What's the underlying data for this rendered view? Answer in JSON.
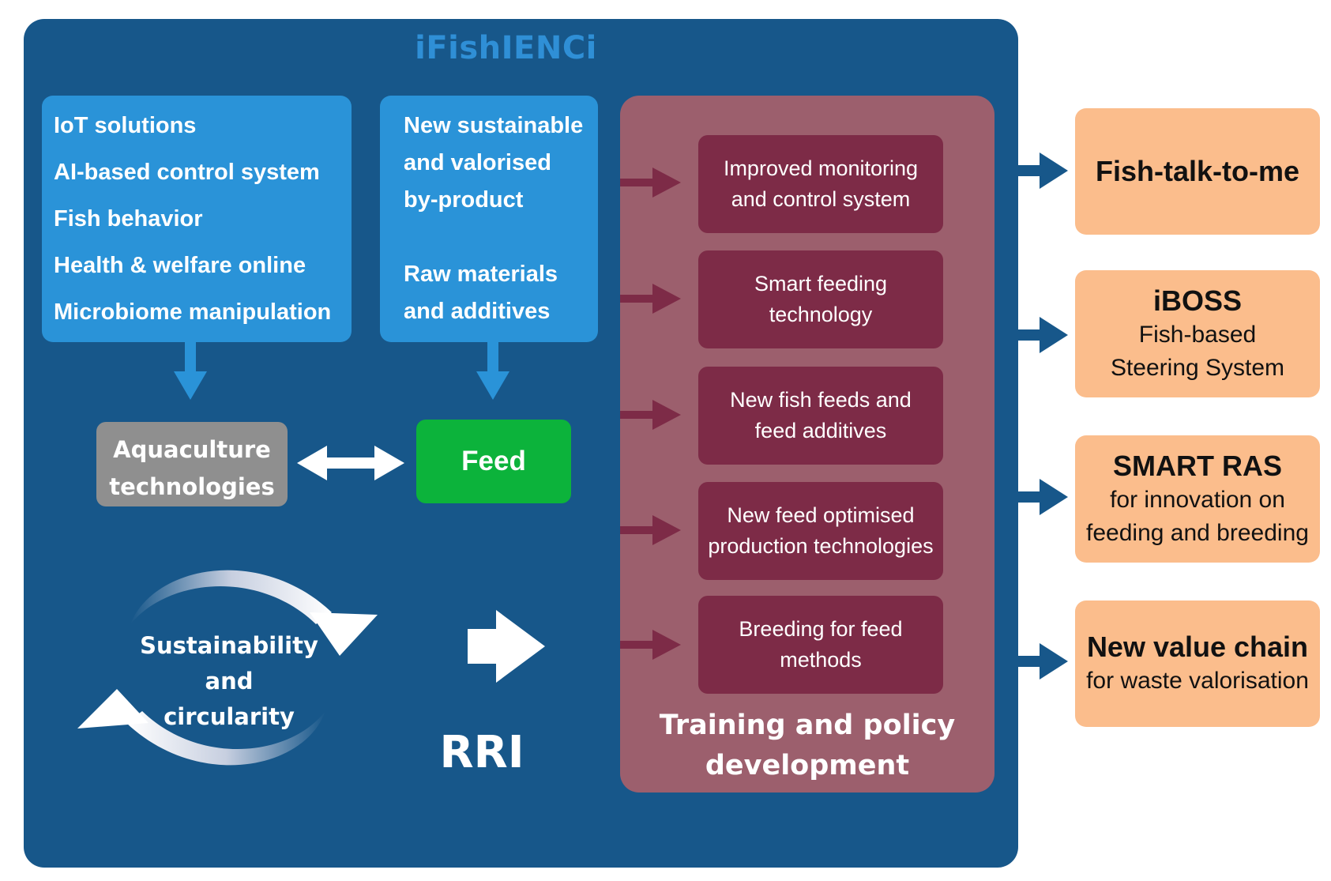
{
  "title": "iFishIENCi",
  "left_box": {
    "items": [
      "IoT solutions",
      "AI-based control system",
      "Fish behavior",
      "Health & welfare online",
      "Microbiome manipulation"
    ]
  },
  "mid_box": {
    "group1": [
      "New sustainable",
      "and valorised",
      "by-product"
    ],
    "group2": [
      "Raw materials",
      "and additives"
    ]
  },
  "aquaculture": {
    "line1": "Aquaculture",
    "line2": "technologies"
  },
  "feed": "Feed",
  "cycle": {
    "line1": "Sustainability",
    "line2": "and",
    "line3": "circularity"
  },
  "rri": "RRI",
  "training": {
    "items": [
      {
        "line1": "Improved monitoring",
        "line2": "and control system"
      },
      {
        "line1": "Smart feeding",
        "line2": "technology"
      },
      {
        "line1": "New fish feeds and",
        "line2": "feed additives"
      },
      {
        "line1": "New feed optimised",
        "line2": "production technologies"
      },
      {
        "line1": "Breeding for feed",
        "line2": "methods"
      }
    ],
    "title_line1": "Training and policy",
    "title_line2": "development"
  },
  "outputs": [
    {
      "title": "Fish-talk-to-me"
    },
    {
      "title": "iBOSS",
      "sub1": "Fish-based",
      "sub2": "Steering System"
    },
    {
      "title": "SMART RAS",
      "sub1": "for innovation on",
      "sub2": "feeding and breeding"
    },
    {
      "title": "New value chain",
      "sub1": "for waste valorisation"
    }
  ],
  "colors": {
    "panel": "#17578a",
    "light_blue": "#2a93d8",
    "green": "#0cb33b",
    "gray": "#8f8f8f",
    "maroon_panel": "#9c5f6d",
    "maroon_box": "#7d2b47",
    "orange": "#fbbd8c"
  }
}
